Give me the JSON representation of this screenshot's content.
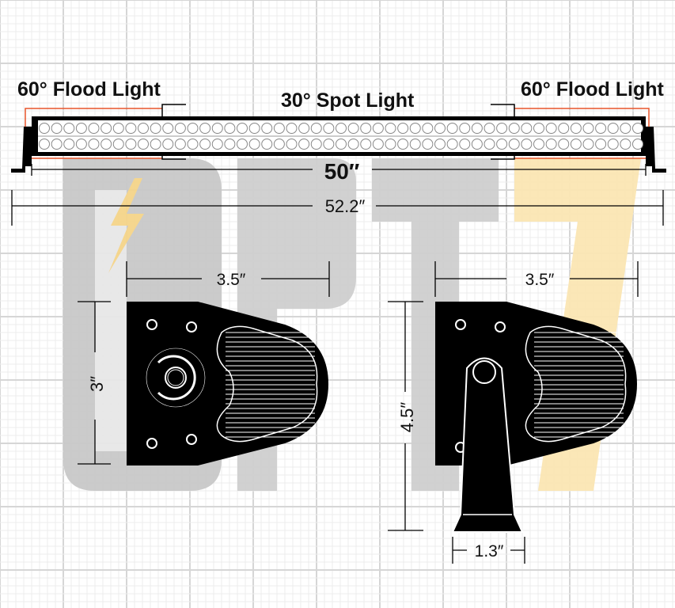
{
  "labels": {
    "flood_left": "60° Flood Light",
    "spot": "30° Spot Light",
    "flood_right": "60° Flood Light"
  },
  "dimensions": {
    "lens_length": "50″",
    "overall_length": "52.2″",
    "bracket_width_left": "3.5″",
    "bracket_width_right": "3.5″",
    "bracket_height": "3″",
    "mount_height": "4.5″",
    "mount_base_width": "1.3″"
  },
  "watermark": "OPT7",
  "colors": {
    "flood_outline": "#e8552b",
    "bar": "#000000",
    "grid_minor": "#ececec",
    "grid_major": "#d6d6d6",
    "watermark_gray": "#c9c9c9",
    "watermark_yellow": "#fbe6b3"
  },
  "led_count_per_row": 49
}
